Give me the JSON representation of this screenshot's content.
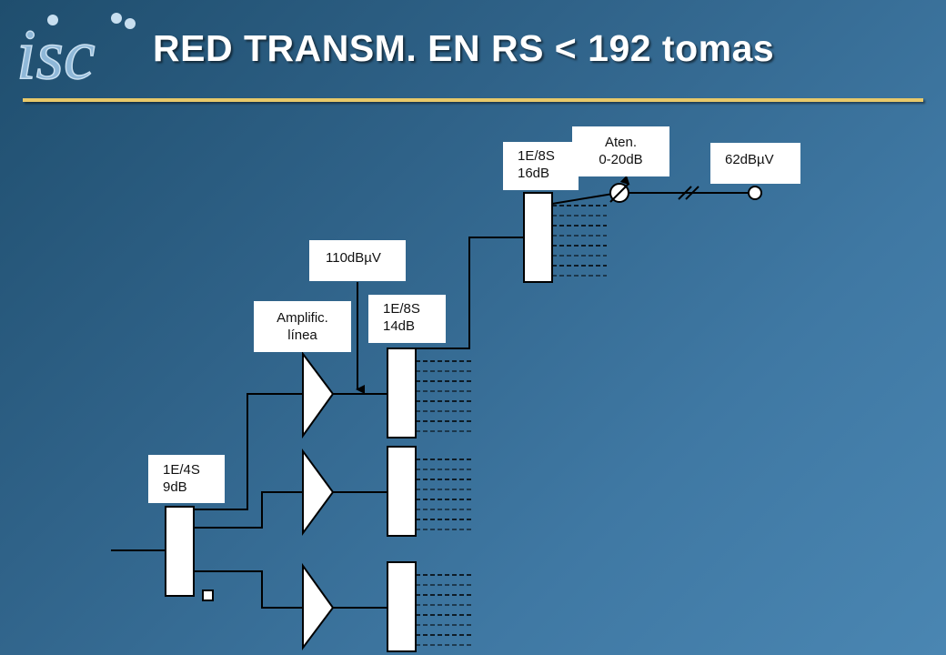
{
  "slide": {
    "title": "RED TRANSM. EN RS < 192 tomas",
    "logo_text": "isc"
  },
  "colors": {
    "accent_rule": "#e8c96a",
    "title_text": "#ffffff",
    "label_bg": "#ffffff"
  },
  "labels": {
    "splitter_top": {
      "line1": "1E/8S",
      "line2": "16dB"
    },
    "attenuator": {
      "line1": "Aten.",
      "line2": "0-20dB"
    },
    "output_level": {
      "line1": "62dBµV"
    },
    "input_level": {
      "line1": "110dBµV"
    },
    "amplifier": {
      "line1": "Amplific.",
      "line2": "línea"
    },
    "splitter_mid": {
      "line1": "1E/8S",
      "line2": "14dB"
    },
    "splitter_input": {
      "line1": "1E/4S",
      "line2": "9dB"
    }
  }
}
